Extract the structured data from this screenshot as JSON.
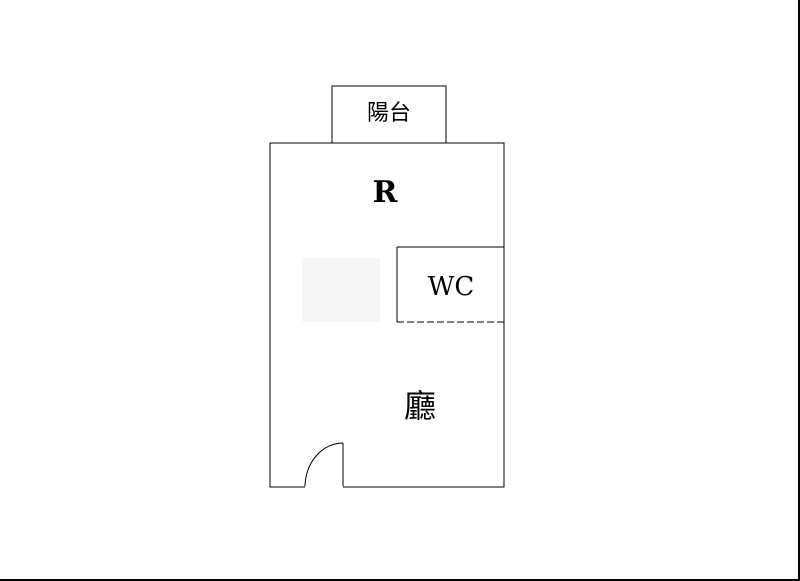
{
  "floorplan": {
    "rooms": {
      "balcony": {
        "label": "陽台"
      },
      "room": {
        "label": "R"
      },
      "wc": {
        "label": "WC"
      },
      "hall": {
        "label": "廳"
      }
    }
  }
}
